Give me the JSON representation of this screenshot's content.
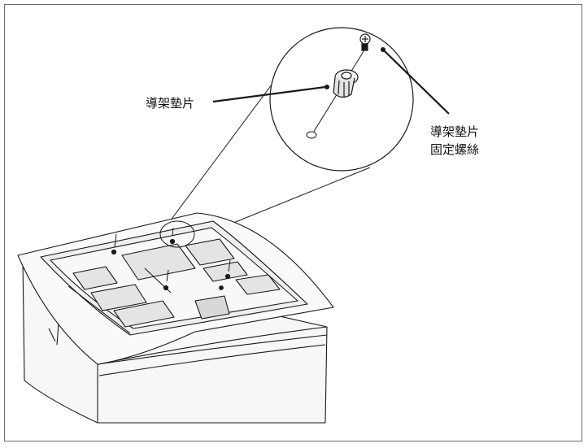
{
  "labels": {
    "spacer": "導架墊片",
    "screw_line1": "導架墊片",
    "screw_line2": "固定螺絲"
  },
  "colors": {
    "frame_border": "#6b6b6b",
    "line": "#1a1a1a",
    "fill_light": "#f4f4f4",
    "fill_panel": "#e6e6e6"
  }
}
